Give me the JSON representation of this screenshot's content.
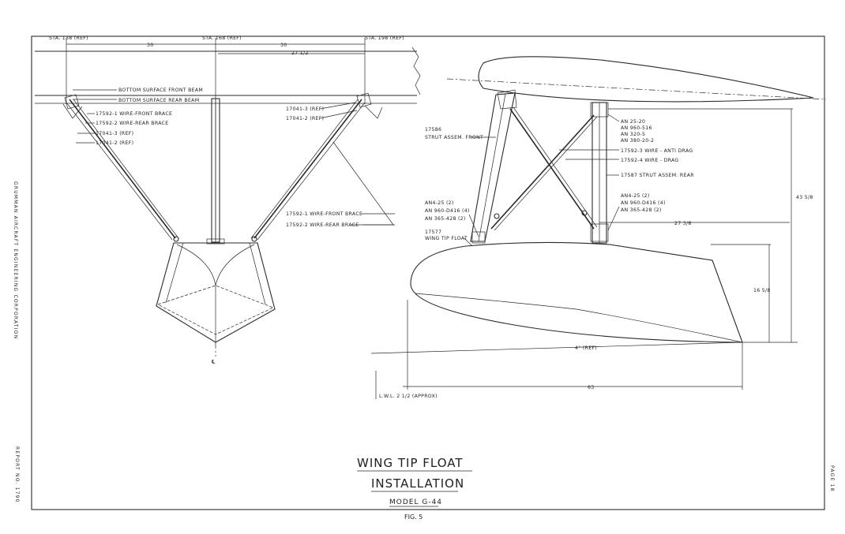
{
  "sheet": {
    "side_company": "GRUMMAN AIRCRAFT ENGINEERING CORPORATION",
    "side_report": "REPORT NO. 1790",
    "side_page": "PAGE 18"
  },
  "title_block": {
    "line1": "WING TIP FLOAT",
    "line2": "INSTALLATION",
    "model": "MODEL G-44",
    "fig": "FIG. 5"
  },
  "front_view": {
    "stations": [
      "STA. 138 (REF)",
      "STA. 168 (REF)",
      "STA. 198 (REF)"
    ],
    "dimensions": {
      "left_span": "30",
      "right_span": "30",
      "inner": "27 1/2"
    },
    "callouts": [
      "BOTTOM SURFACE FRONT BEAM",
      "BOTTOM SURFACE REAR BEAM",
      "17592-1 WIRE-FRONT BRACE",
      "17592-2 WIRE-REAR BRACE",
      "17041-3 (REF)",
      "17041-2 (REF)",
      "17041-3 (REF)",
      "17041-2 (REF)",
      "17592-1 WIRE-FRONT BRACE",
      "17592-2 WIRE-REAR BRACE"
    ],
    "centerline": "℄"
  },
  "side_view": {
    "callouts": [
      "17586",
      "STRUT ASSEM. FRONT",
      "AN 25-20",
      "AN 960-516",
      "AN 320-5",
      "AN 380-20-2",
      "17592-3 WIRE - ANTI DRAG",
      "17592-4 WIRE - DRAG",
      "17587 STRUT ASSEM. REAR",
      "AN4-25 (2)",
      "AN 960-D416 (4)",
      "AN 365-428 (2)",
      "AN4-25 (2)",
      "AN 960-D416 (4)",
      "AN 365-428 (2)",
      "17577",
      "WING TIP FLOAT"
    ],
    "dimensions": {
      "height_total": "43 5/8",
      "strut_spacing": "27 3/8",
      "float_height": "16 5/8",
      "offset": "4° (REF)",
      "float_length": "63",
      "lwl": "L.W.L. 2 1/2 (APPROX)"
    }
  }
}
